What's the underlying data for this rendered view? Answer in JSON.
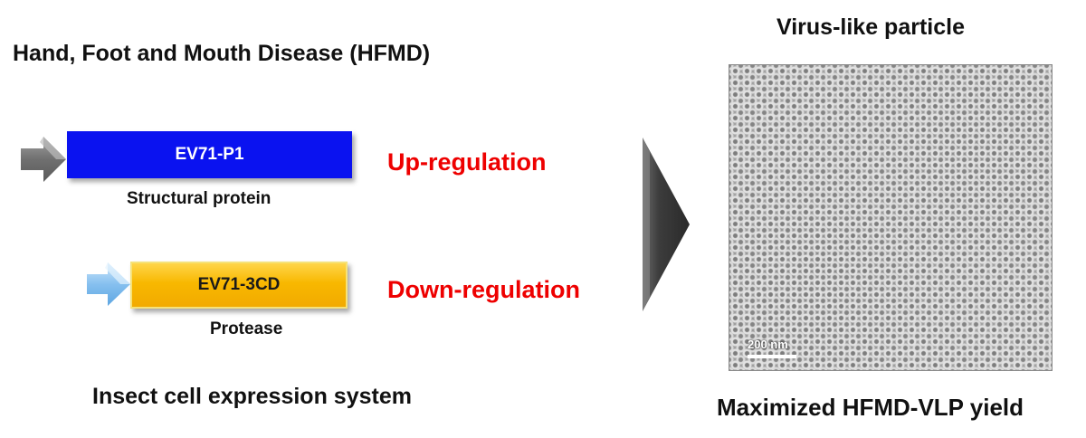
{
  "title": "Hand, Foot and Mouth Disease (HFMD)",
  "genes": [
    {
      "name": "EV71-P1",
      "description": "Structural protein",
      "regulation": "Up-regulation",
      "box_color": "#0a12f0",
      "promoter_arrow_color": "#6e6e6e"
    },
    {
      "name": "EV71-3CD",
      "description": "Protease",
      "regulation": "Down-regulation",
      "box_color": "#f8b800",
      "promoter_arrow_color": "#7ab8ee"
    }
  ],
  "regulation_color": "#ee0000",
  "system_label": "Insect cell expression system",
  "result": {
    "title": "Virus-like particle",
    "scale_bar": "200 nm",
    "yield_label": "Maximized HFMD-VLP yield"
  },
  "icons": [
    "promoter-arrow-icon",
    "promoter-arrow-icon",
    "process-arrow-icon"
  ]
}
